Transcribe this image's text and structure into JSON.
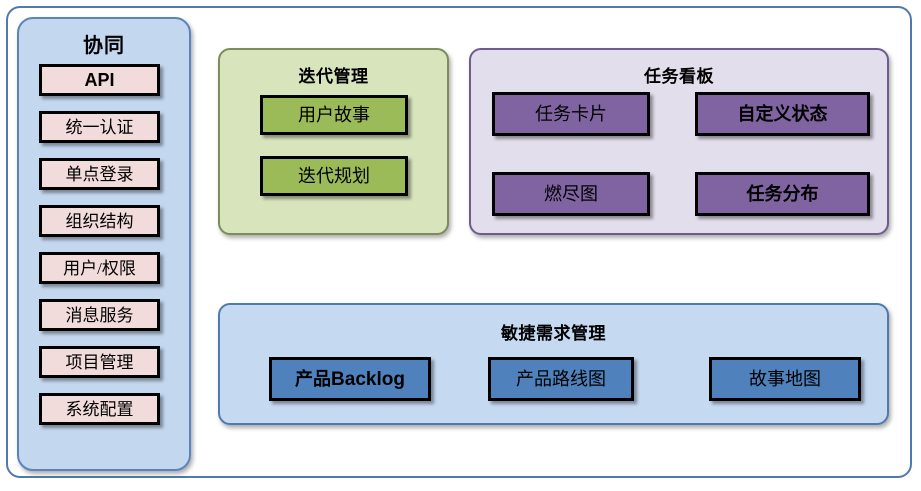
{
  "diagram": {
    "title_visible": false,
    "colors": {
      "outer_border": "#4F7AB0",
      "sidebar_fill": "#C3D7EF",
      "sidebar_border": "#5B84BE",
      "pink_node": "#F2DCDB",
      "green_panel": "#D8E4BC",
      "green_node": "#9BBB59",
      "purple_panel": "#E3DEEC",
      "purple_node": "#8064A2",
      "blue_panel": "#C5D9F1",
      "blue_node": "#4F81BD",
      "node_border": "#000000"
    }
  },
  "sidebar": {
    "title": "协同",
    "items": [
      {
        "label": "API",
        "bold": true
      },
      {
        "label": "统一认证",
        "bold": false
      },
      {
        "label": "单点登录",
        "bold": false
      },
      {
        "label": "组织结构",
        "bold": false
      },
      {
        "label": "用户/权限",
        "bold": false
      },
      {
        "label": "消息服务",
        "bold": false
      },
      {
        "label": "项目管理",
        "bold": false
      },
      {
        "label": "系统配置",
        "bold": false
      }
    ]
  },
  "panels": {
    "iteration": {
      "title": "迭代管理",
      "nodes": [
        {
          "label": "用户故事",
          "bold": false
        },
        {
          "label": "迭代规划",
          "bold": false
        }
      ]
    },
    "taskboard": {
      "title": "任务看板",
      "nodes": [
        {
          "label": "任务卡片",
          "bold": false
        },
        {
          "label": "自定义状态",
          "bold": true
        },
        {
          "label": "燃尽图",
          "bold": false
        },
        {
          "label": "任务分布",
          "bold": true
        }
      ]
    },
    "requirements": {
      "title": "敏捷需求管理",
      "nodes": [
        {
          "label": "产品",
          "latin": "Backlog",
          "bold": true
        },
        {
          "label": "产品路线图",
          "bold": false
        },
        {
          "label": "故事地图",
          "bold": false
        }
      ]
    }
  }
}
